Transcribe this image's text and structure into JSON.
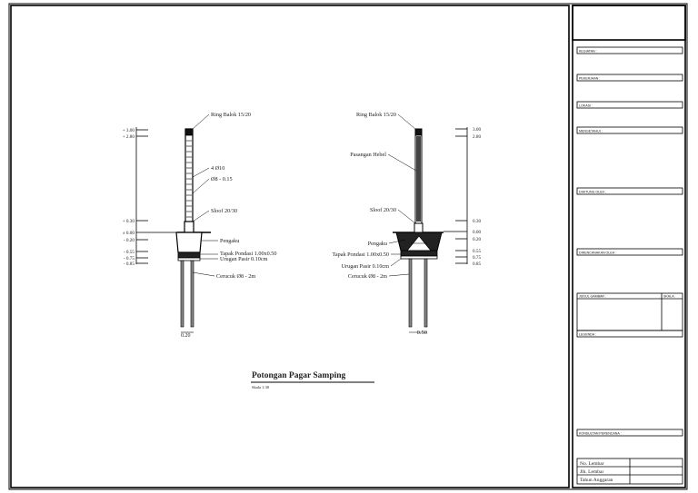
{
  "drawing": {
    "title": "Potongan Pagar Samping",
    "scale": "Skala 1:30"
  },
  "left_section": {
    "elevations": [
      "+ 3.00",
      "+ 2.80",
      "+ 0.30",
      "± 0.00",
      "- 0.20",
      "- 0.55",
      "- 0.75",
      "- 0.85"
    ],
    "labels": {
      "ring_balok": "Ring Balok 15/20",
      "rebar_main": "4 Ø10",
      "rebar_stirrup": "Ø8 - 0.15",
      "sloof": "Sloof 20/30",
      "pengaku": "Pengaku",
      "tapak": "Tapak Pondasi 1.00x0.50",
      "urugan": "Urugan Pasir 0.10cm",
      "cerucuk": "Cerucuk Ø8 - 2m"
    },
    "dim": "0.20"
  },
  "right_section": {
    "elevations": [
      "3.00",
      "2.80",
      "0.30",
      "0.00",
      "0.20",
      "0.55",
      "0.75",
      "0.85"
    ],
    "labels": {
      "ring_balok": "Ring Balok 15/20",
      "pasangan": "Pasangan Hebel",
      "sloof": "Sloof 20/30",
      "pengaku": "Pengaku",
      "tapak": "Tapak Pondasi 1.00x0.50",
      "urugan": "Urugan Pasir 0.10cm",
      "cerucuk": "Cerucuk Ø8 - 2m"
    },
    "dim": "0.50"
  },
  "title_block": {
    "fields": [
      "KEGIATAN :",
      "PEKERJAAN :",
      "LOKASI :",
      "MENGETAHUI :",
      "DIHITUNG OLEH :",
      "DIRENCANAKAN OLEH :",
      "JUDUL GAMBAR :",
      "SKALA :",
      "LEGENDA :",
      "KONSULTAN PERENCANA :"
    ],
    "footer_rows": [
      "No. Lembar",
      "Jlh. Lembar",
      "Tahun Anggaran"
    ]
  }
}
